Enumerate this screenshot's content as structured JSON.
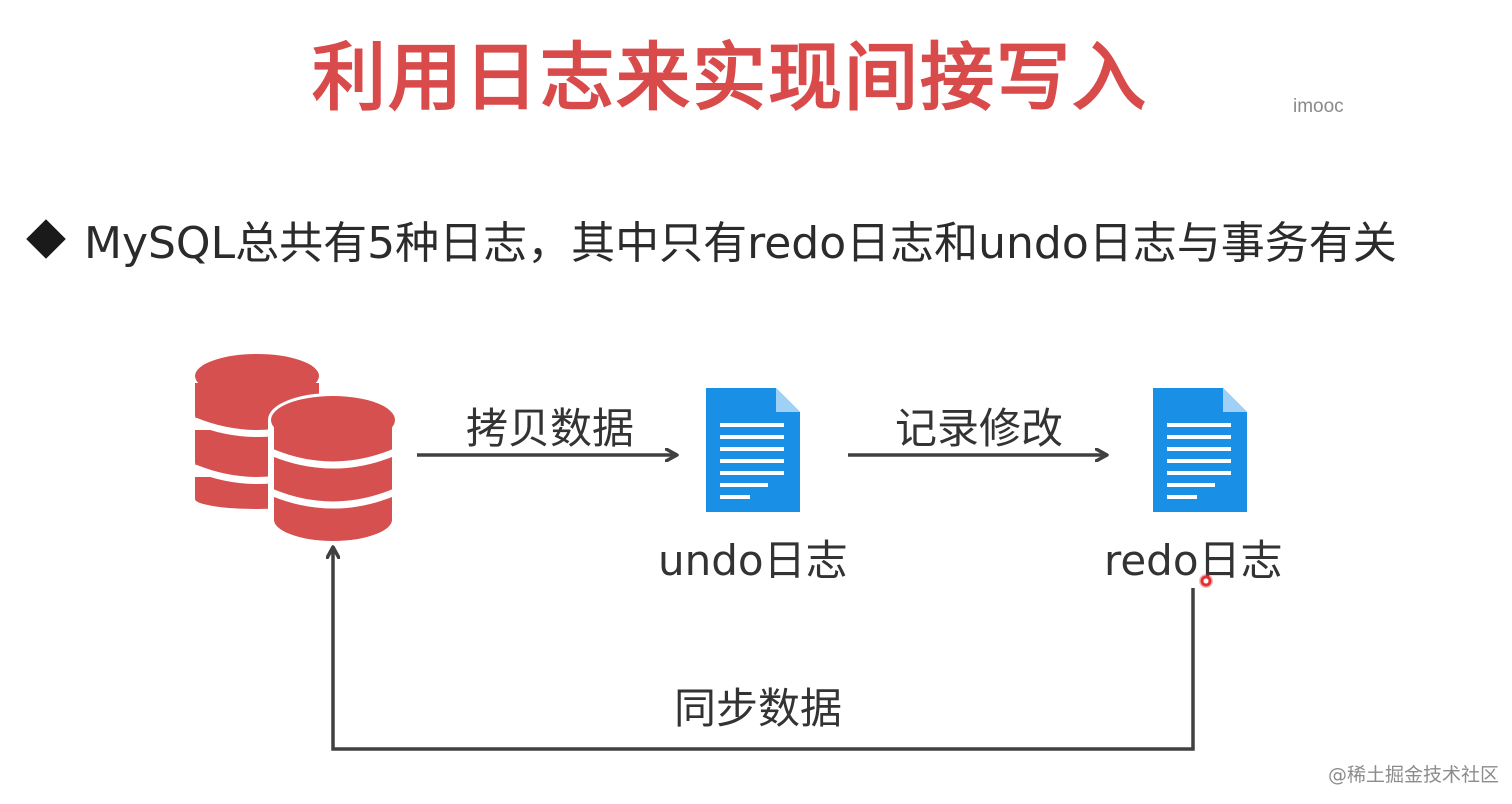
{
  "slide": {
    "title": "利用日志来实现间接写入",
    "watermark_top": "imooc",
    "bullet_text": "MySQL总共有5种日志，其中只有redo日志和undo日志与事务有关",
    "watermark_bottom": "@稀土掘金技术社区"
  },
  "diagram": {
    "edge_copy": "拷贝数据",
    "edge_record": "记录修改",
    "edge_sync": "同步数据",
    "undo_label": "undo日志",
    "redo_label": "redo日志"
  },
  "colors": {
    "title": "#d94b4b",
    "database": "#d65050",
    "document": "#1a8fe6",
    "arrow": "#404040"
  }
}
